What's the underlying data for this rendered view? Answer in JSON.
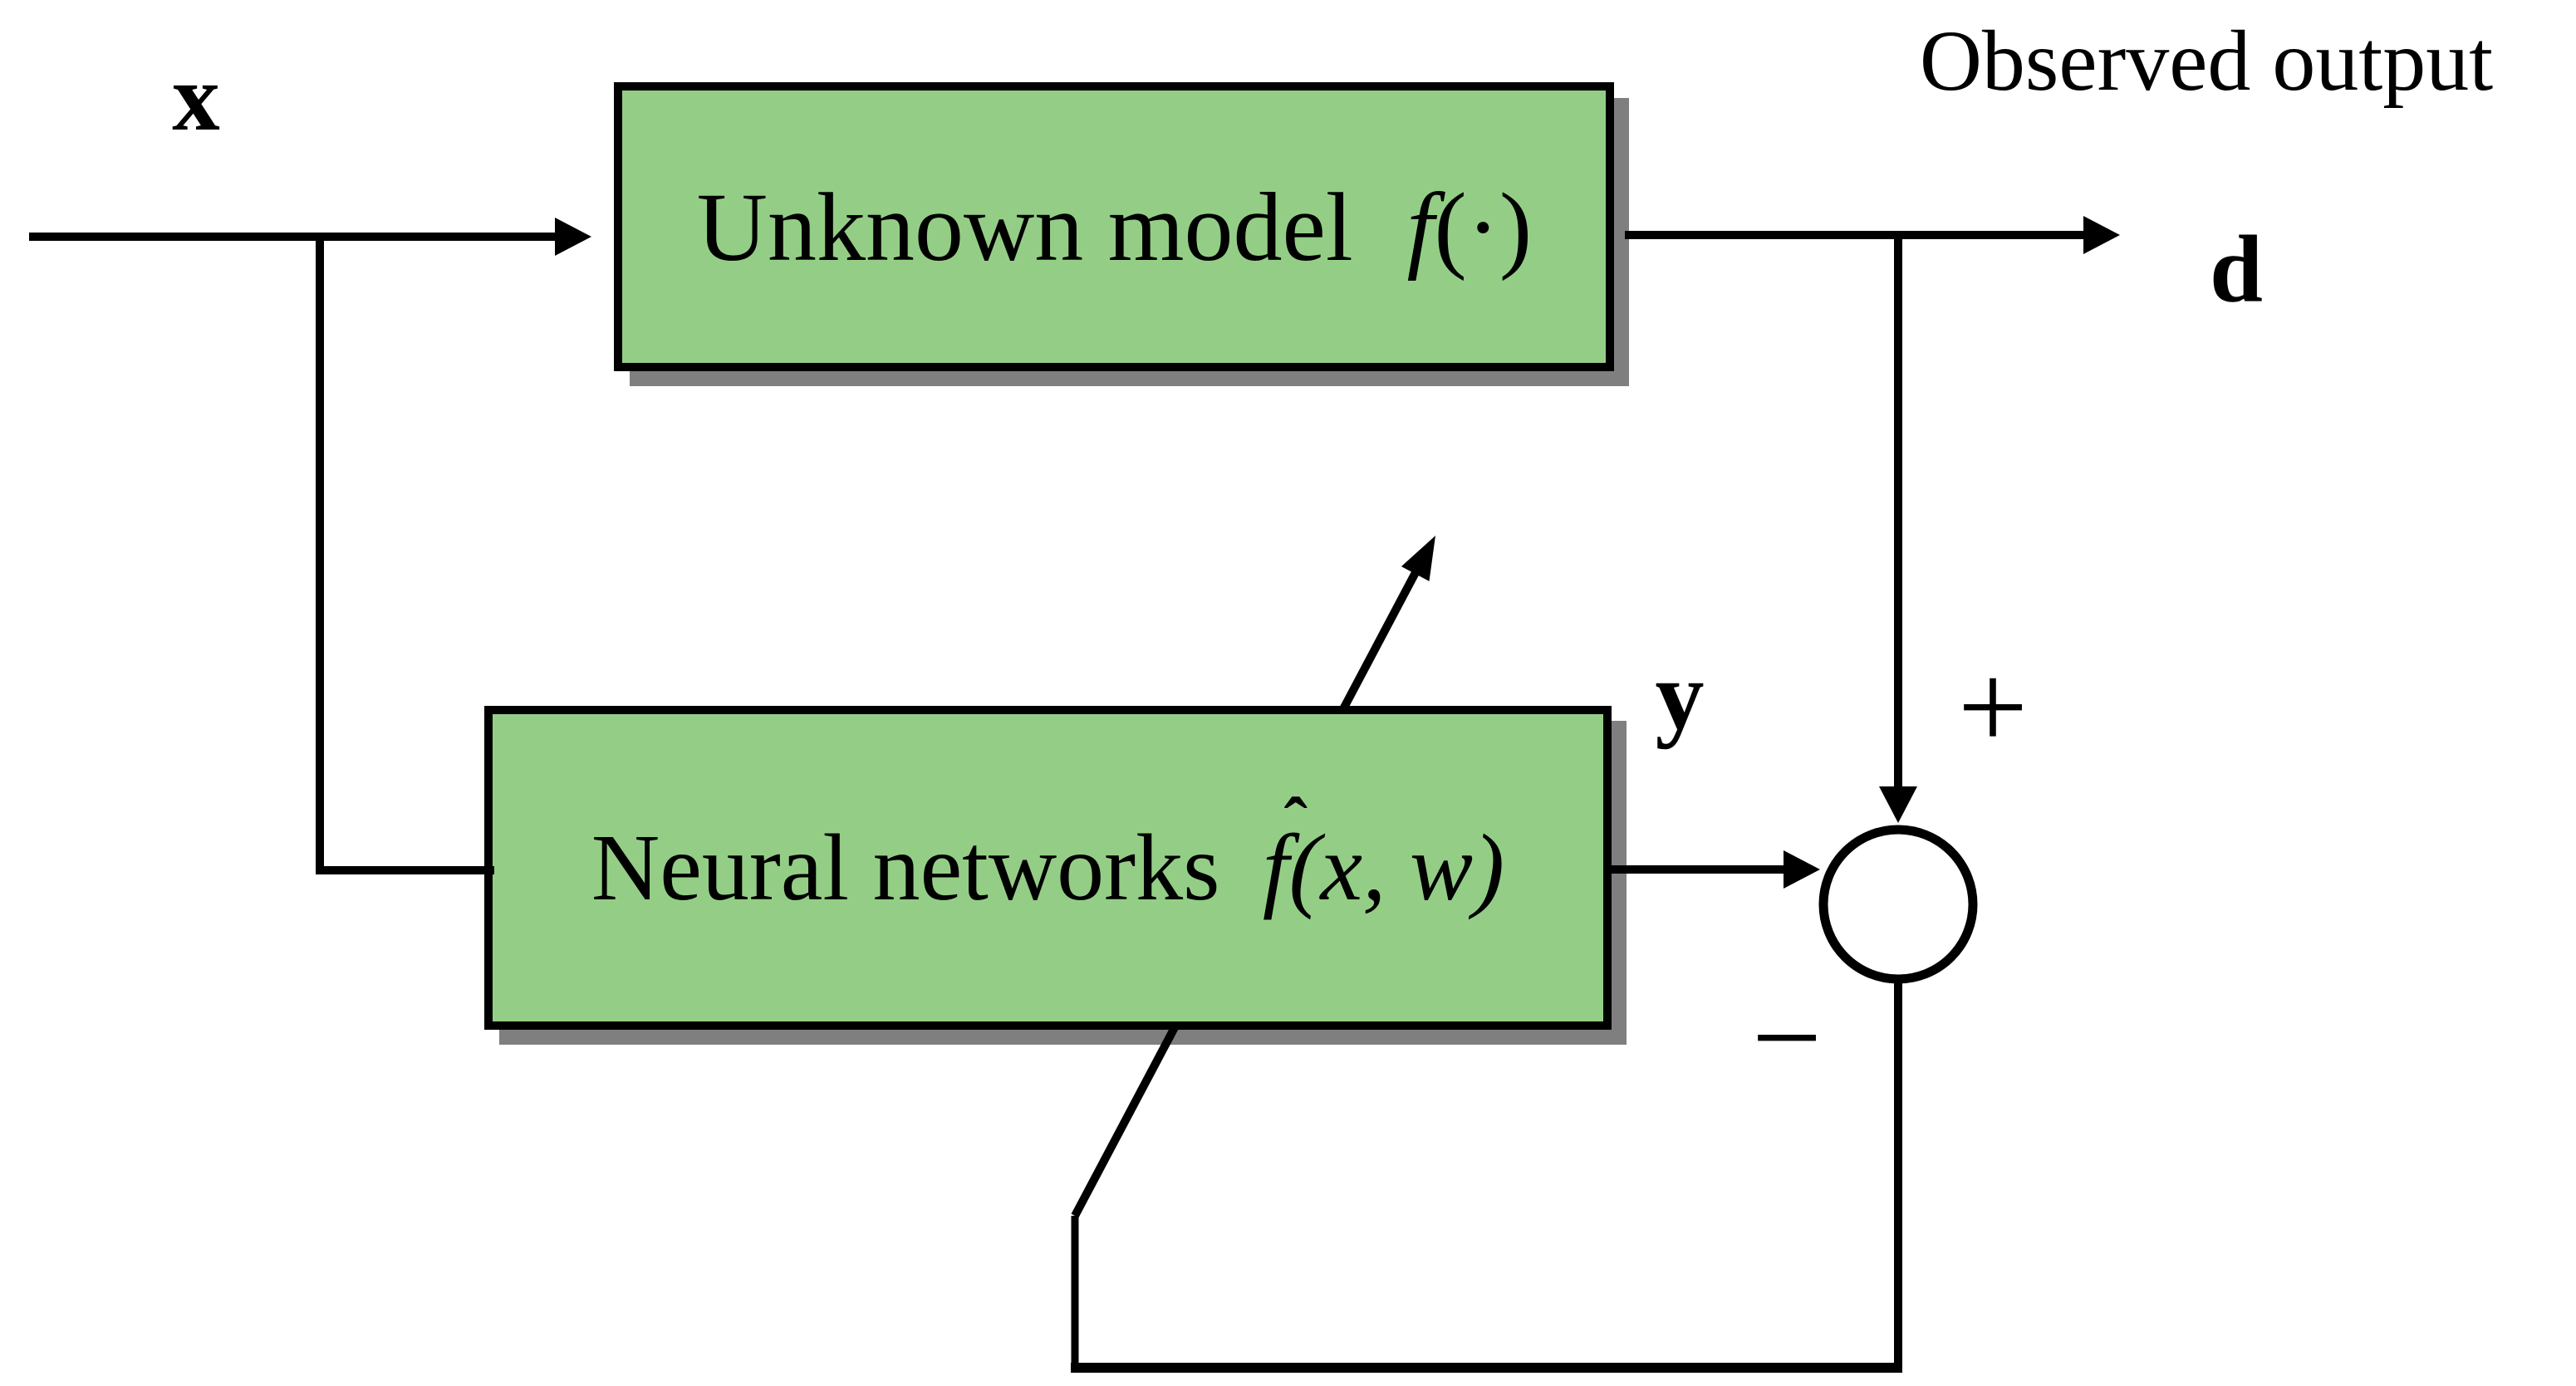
{
  "diagram": {
    "title_semantic": "Neural network system identification block diagram",
    "labels": {
      "input": "x",
      "unknown_model": "Unknown model",
      "unknown_formula_f": "f",
      "unknown_formula_args": "(·)",
      "observed_output": "Observed output",
      "observed_symbol": "d",
      "neural_networks": "Neural networks",
      "nn_formula_hat": "ˆ",
      "nn_formula_f": "f",
      "nn_formula_args": "(x, w)",
      "nn_output": "y",
      "plus": "+",
      "minus": "−"
    },
    "colors": {
      "background": "#ffffff",
      "box_fill": "#94ce86",
      "box_border": "#000000",
      "shadow": "#7f7f7f",
      "line": "#000000",
      "junction_fill": "#ffffff"
    }
  }
}
